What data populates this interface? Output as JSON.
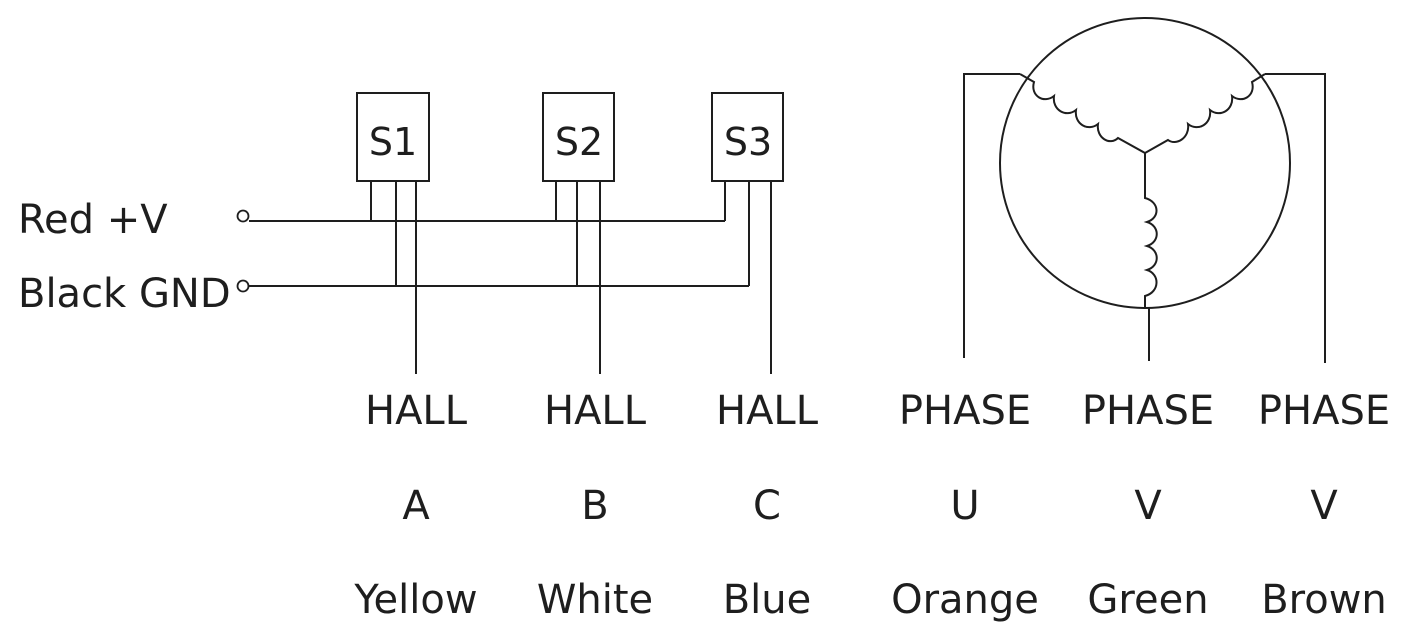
{
  "supply": {
    "positive_label": "Red +V",
    "ground_label": "Black GND"
  },
  "sensors": [
    {
      "label": "S1"
    },
    {
      "label": "S2"
    },
    {
      "label": "S3"
    }
  ],
  "hall_outputs": [
    {
      "type": "HALL",
      "letter": "A",
      "color": "Yellow"
    },
    {
      "type": "HALL",
      "letter": "B",
      "color": "White"
    },
    {
      "type": "HALL",
      "letter": "C",
      "color": "Blue"
    }
  ],
  "phase_outputs": [
    {
      "type": "PHASE",
      "letter": "U",
      "color": "Orange"
    },
    {
      "type": "PHASE",
      "letter": "V",
      "color": "Green"
    },
    {
      "type": "PHASE",
      "letter": "V",
      "color": "Brown"
    }
  ]
}
